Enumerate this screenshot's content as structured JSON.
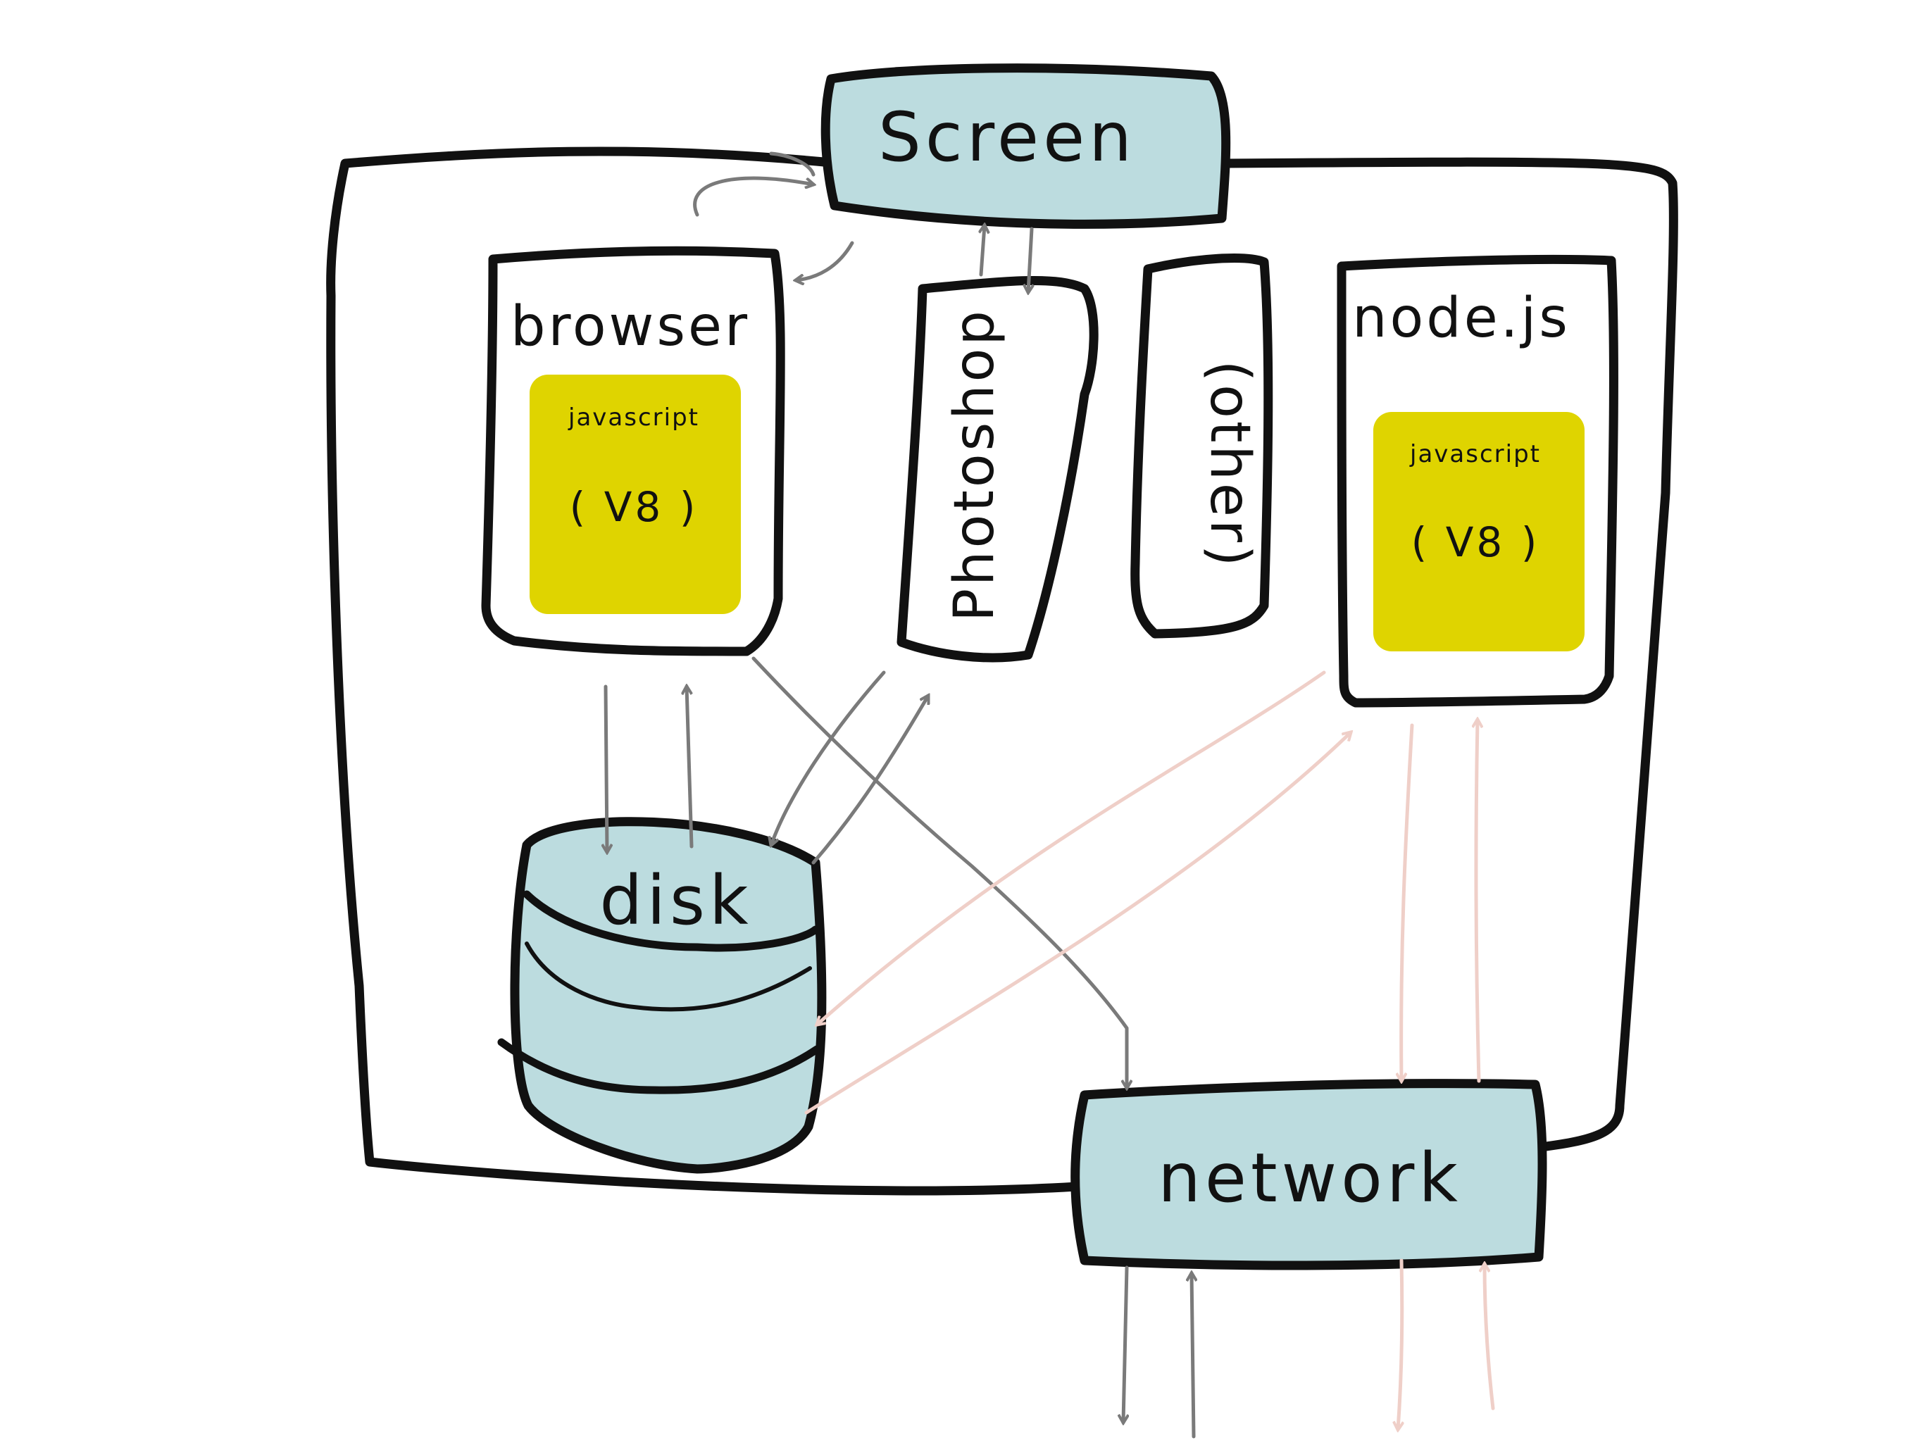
{
  "labels": {
    "screen": "Screen",
    "browser": "browser",
    "photoshop": "Photoshop",
    "other": "(other)",
    "nodejs": "node.js",
    "disk": "disk",
    "network": "network"
  },
  "engine_boxes": [
    {
      "runtime": "javascript",
      "engine": "( V8 )"
    },
    {
      "runtime": "javascript",
      "engine": "( V8 )"
    }
  ],
  "colors": {
    "outline": "#111111",
    "device_fill": "#bcdcdf",
    "engine_fill": "#dfd400",
    "arrow_gray": "#7a7a7a",
    "arrow_pink": "#efcfc8"
  }
}
